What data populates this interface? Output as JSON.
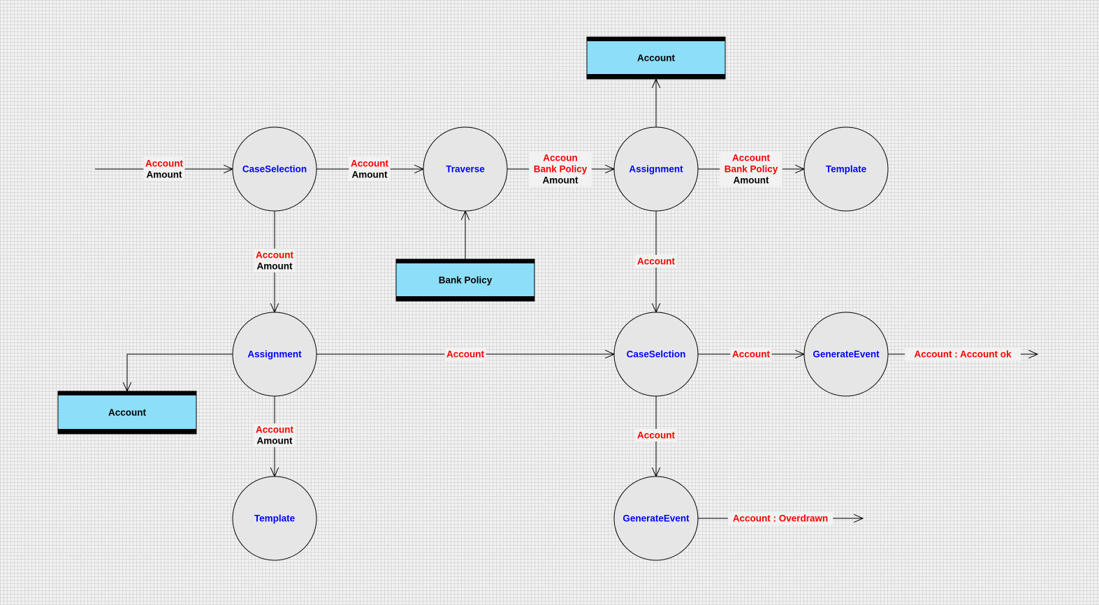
{
  "colors": {
    "process_fill": "#e6e6e6",
    "process_stroke": "#000000",
    "process_text": "#0000ff",
    "store_fill": "#8ddff9",
    "store_bar": "#000000",
    "store_text": "#000000",
    "flow_line": "#000000",
    "label_red": "#ff0000",
    "label_black": "#000000"
  },
  "processes": [
    {
      "id": "p-caseselection",
      "label": "CaseSelection"
    },
    {
      "id": "p-traverse",
      "label": "Traverse"
    },
    {
      "id": "p-assignment-top",
      "label": "Assignment"
    },
    {
      "id": "p-template-top",
      "label": "Template"
    },
    {
      "id": "p-assignment-left",
      "label": "Assignment"
    },
    {
      "id": "p-caseselction",
      "label": "CaseSelction"
    },
    {
      "id": "p-generateevent-right",
      "label": "GenerateEvent"
    },
    {
      "id": "p-template-bottom",
      "label": "Template"
    },
    {
      "id": "p-generateevent-bottom",
      "label": "GenerateEvent"
    }
  ],
  "stores": [
    {
      "id": "s-account-top",
      "label": "Account"
    },
    {
      "id": "s-bank-policy",
      "label": "Bank Policy"
    },
    {
      "id": "s-account-left",
      "label": "Account"
    }
  ],
  "flows": [
    {
      "id": "f-input",
      "lines": [
        {
          "text": "Account",
          "color": "red"
        },
        {
          "text": "Amount",
          "color": "black"
        }
      ]
    },
    {
      "id": "f-cs-traverse",
      "lines": [
        {
          "text": "Account",
          "color": "red"
        },
        {
          "text": "Amount",
          "color": "black"
        }
      ]
    },
    {
      "id": "f-traverse-assign",
      "lines": [
        {
          "text": "Accoun",
          "color": "red"
        },
        {
          "text": "Bank Policy",
          "color": "red"
        },
        {
          "text": "Amount",
          "color": "black"
        }
      ]
    },
    {
      "id": "f-assign-template",
      "lines": [
        {
          "text": "Account",
          "color": "red"
        },
        {
          "text": "Bank Policy",
          "color": "red"
        },
        {
          "text": "Amount",
          "color": "black"
        }
      ]
    },
    {
      "id": "f-assign-store",
      "lines": []
    },
    {
      "id": "f-bank-traverse",
      "lines": []
    },
    {
      "id": "f-cs-assignleft",
      "lines": [
        {
          "text": "Account",
          "color": "red"
        },
        {
          "text": "Amount",
          "color": "black"
        }
      ]
    },
    {
      "id": "f-assign-caseselction",
      "lines": [
        {
          "text": "Account",
          "color": "red"
        }
      ]
    },
    {
      "id": "f-assignleft-caseselction",
      "lines": [
        {
          "text": "Account",
          "color": "red"
        }
      ]
    },
    {
      "id": "f-assignleft-store",
      "lines": []
    },
    {
      "id": "f-assignleft-template",
      "lines": [
        {
          "text": "Account",
          "color": "red"
        },
        {
          "text": "Amount",
          "color": "black"
        }
      ]
    },
    {
      "id": "f-caseselction-genevent",
      "lines": [
        {
          "text": "Account",
          "color": "red"
        }
      ]
    },
    {
      "id": "f-genevent-out",
      "lines": [
        {
          "text": "Account : Account  ok",
          "color": "red"
        }
      ]
    },
    {
      "id": "f-caseselction-geneventbottom",
      "lines": [
        {
          "text": "Account",
          "color": "red"
        }
      ]
    },
    {
      "id": "f-geneventbottom-out",
      "lines": [
        {
          "text": "Account : Overdrawn",
          "color": "red"
        }
      ]
    }
  ]
}
